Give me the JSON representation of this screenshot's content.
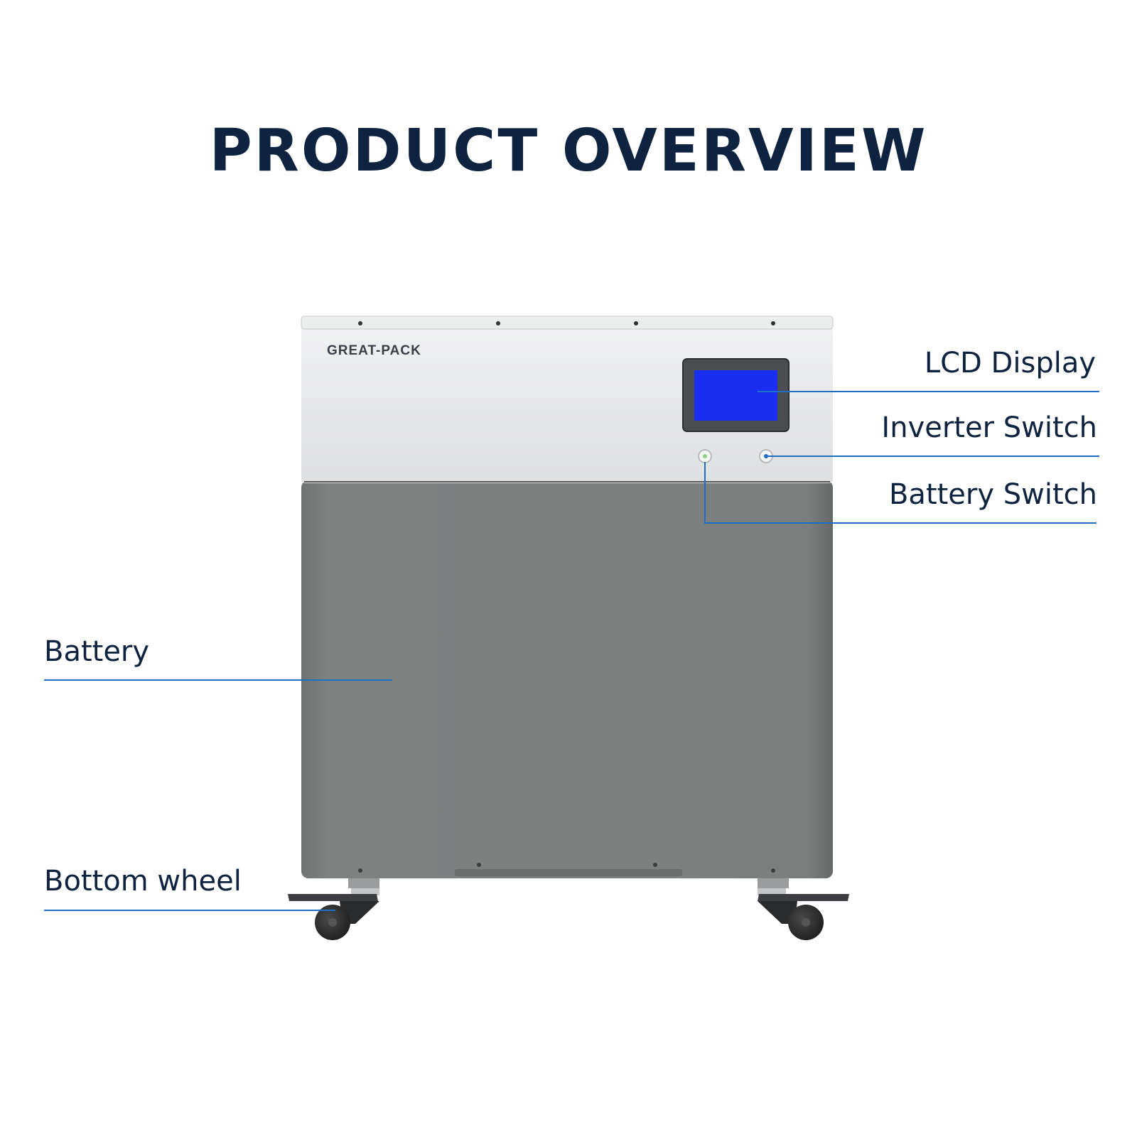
{
  "page": {
    "title": "PRODUCT OVERVIEW"
  },
  "product": {
    "brand": "GREAT-PACK"
  },
  "callouts": {
    "lcd_display": "LCD Display",
    "inverter_switch": "Inverter Switch",
    "battery_switch": "Battery Switch",
    "battery": "Battery",
    "bottom_wheel": "Bottom wheel"
  },
  "colors": {
    "title": "#0d2340",
    "label": "#0d2340",
    "leader_line": "#1f6fc5",
    "top_panel": "#e4e5e7",
    "battery_body": "#7b7f7e",
    "screen": "#1a2ef0",
    "brand_text": "#3a3f46"
  }
}
